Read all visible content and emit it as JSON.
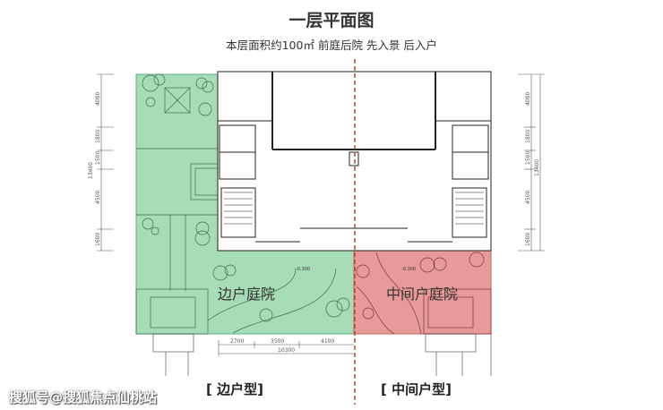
{
  "header": {
    "title": "一层平面图",
    "subtitle": "本层面积约100㎡  前庭后院  先入景 后入户"
  },
  "plan": {
    "end_unit_yard_label": "边户庭院",
    "middle_unit_yard_label": "中间户庭院",
    "end_unit_level": "-0.300",
    "middle_unit_level": "-0.300",
    "end_yard_color": "#a6dcb6",
    "middle_yard_color": "#e79a97",
    "divider_color": "#c0392b",
    "vertical_dims": [
      "4000",
      "1800",
      "1500",
      "4500",
      "1600"
    ],
    "vertical_total": "13400",
    "horizontal_dims": [
      "2700",
      "3500",
      "4100"
    ],
    "horizontal_total": "10300"
  },
  "labels": {
    "end_unit_type": "[ 边户型]",
    "middle_unit_type": "[ 中间户型]"
  },
  "watermark": "搜狐号@搜狐焦点仙桃站"
}
